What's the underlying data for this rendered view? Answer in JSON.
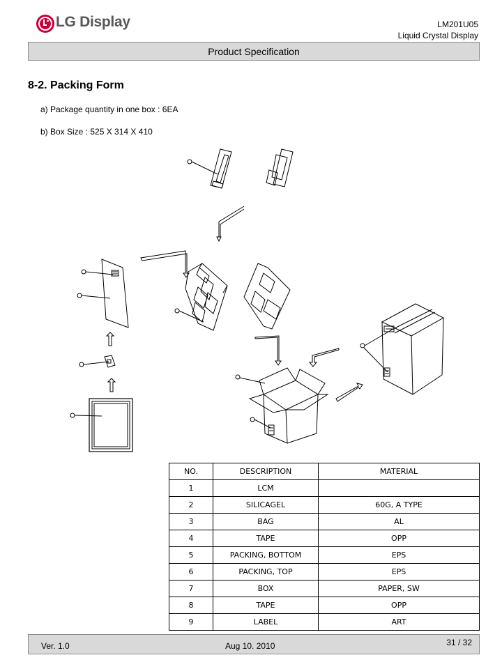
{
  "header": {
    "brand": "LG Display",
    "model": "LM201U05",
    "subtitle": "Liquid Crystal Display",
    "banner": "Product Specification"
  },
  "section": {
    "title": "8-2. Packing Form",
    "line_a": "a) Package quantity in one box : 6EA",
    "line_b": "b) Box Size : 525 X 314 X 410"
  },
  "table": {
    "headers": [
      "NO.",
      "DESCRIPTION",
      "MATERIAL"
    ],
    "rows": [
      {
        "no": "1",
        "desc": "LCM",
        "mat": ""
      },
      {
        "no": "2",
        "desc": "SILICAGEL",
        "mat": "60G, A TYPE"
      },
      {
        "no": "3",
        "desc": "BAG",
        "mat": "AL"
      },
      {
        "no": "4",
        "desc": "TAPE",
        "mat": "OPP"
      },
      {
        "no": "5",
        "desc": "PACKING, BOTTOM",
        "mat": "EPS"
      },
      {
        "no": "6",
        "desc": "PACKING, TOP",
        "mat": "EPS"
      },
      {
        "no": "7",
        "desc": "BOX",
        "mat": "PAPER, SW"
      },
      {
        "no": "8",
        "desc": "TAPE",
        "mat": "OPP"
      },
      {
        "no": "9",
        "desc": "LABEL",
        "mat": "ART"
      }
    ]
  },
  "footer": {
    "version": "Ver. 1.0",
    "date": "Aug 10. 2010",
    "page": "31 / 32"
  }
}
